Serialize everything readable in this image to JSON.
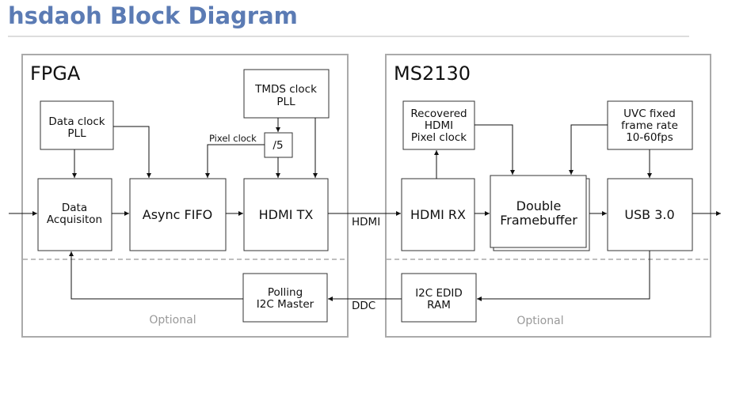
{
  "title": "hsdaoh Block Diagram",
  "fpga": {
    "label": "FPGA",
    "optional": "Optional",
    "data_clock_pll": [
      "Data clock",
      "PLL"
    ],
    "tmds_clock_pll": [
      "TMDS clock",
      "PLL"
    ],
    "divider": "/5",
    "pixel_clock_label": "Pixel clock",
    "data_acquisition": [
      "Data",
      "Acquisiton"
    ],
    "async_fifo": "Async FIFO",
    "hdmi_tx": "HDMI TX",
    "polling_i2c_master": [
      "Polling",
      "I2C Master"
    ]
  },
  "ms2130": {
    "label": "MS2130",
    "optional": "Optional",
    "recovered_clock": [
      "Recovered",
      "HDMI",
      "Pixel clock"
    ],
    "uvc_rate": [
      "UVC fixed",
      "frame rate",
      "10-60fps"
    ],
    "hdmi_rx": "HDMI RX",
    "double_framebuffer": [
      "Double",
      "Framebuffer"
    ],
    "usb3": "USB 3.0",
    "i2c_edid_ram": [
      "I2C EDID",
      "RAM"
    ]
  },
  "links": {
    "hdmi": "HDMI",
    "ddc": "DDC"
  },
  "colors": {
    "title": "#5b7bb4",
    "panel_border": "#aaaaaa",
    "optional_text": "#999999",
    "dashed": "#aaaaaa"
  }
}
